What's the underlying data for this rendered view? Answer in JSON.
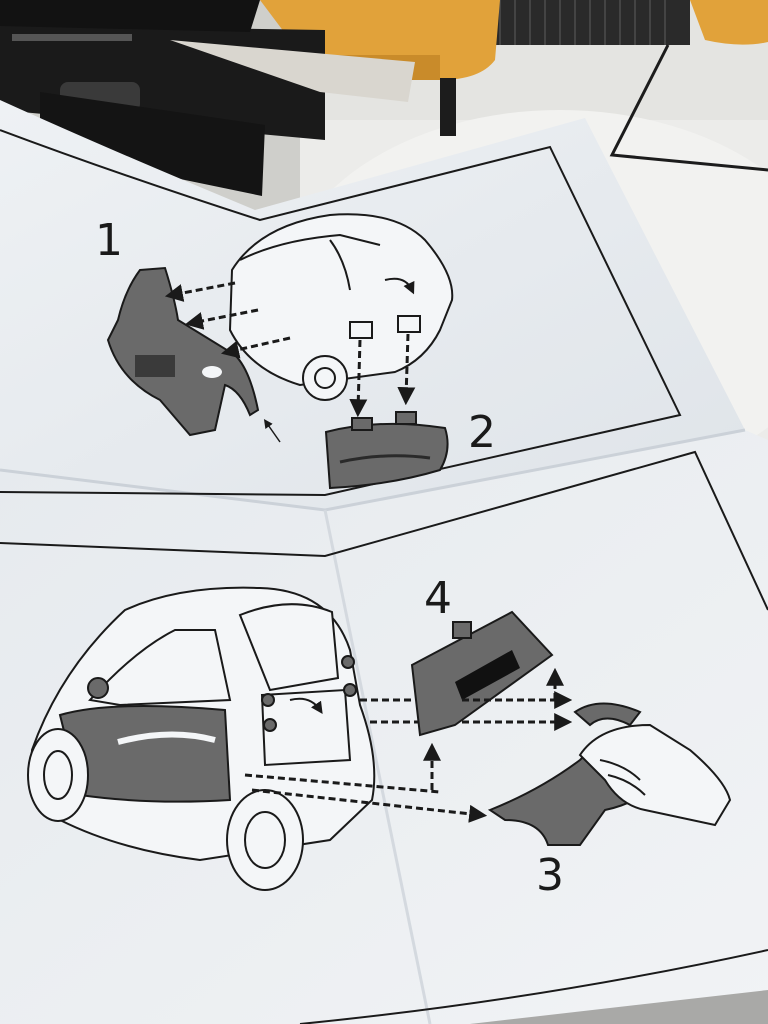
{
  "steps": [
    {
      "number": "1"
    },
    {
      "number": "2"
    },
    {
      "number": "3"
    },
    {
      "number": "4"
    }
  ],
  "colors": {
    "paper": "#e9edf0",
    "paper_shadow": "#d3d8de",
    "line_art": "#1a1a1a",
    "part_fill": "#6a6a6a",
    "chair_yellow": "#e1a23a",
    "box_black": "#151515",
    "floor": "#d2d2cf"
  }
}
